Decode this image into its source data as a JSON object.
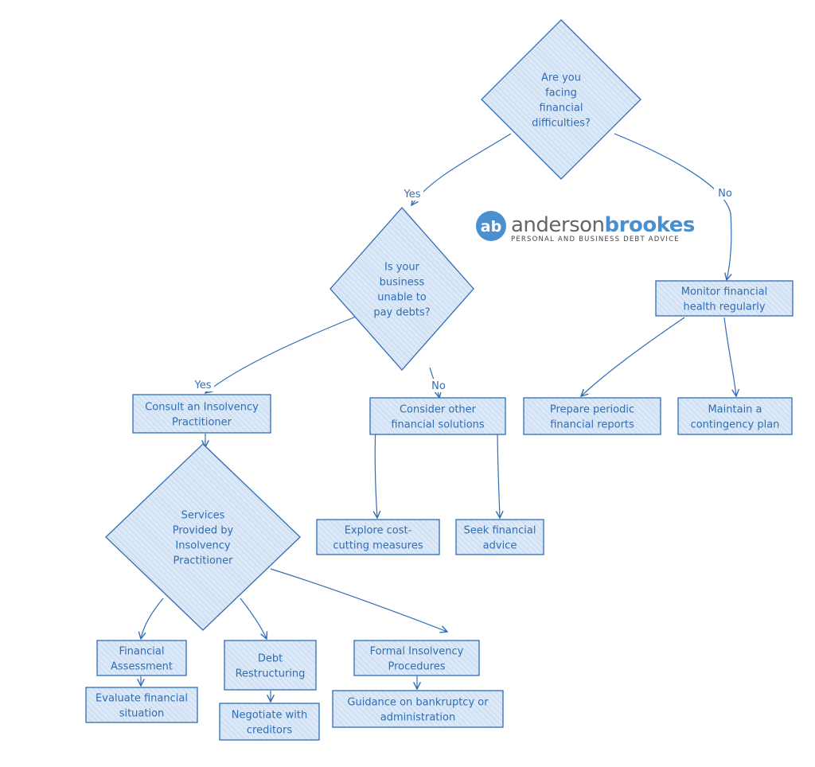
{
  "colors": {
    "stroke": "#2f6db5",
    "fill": "#dbe8f7",
    "text": "#2f6db5",
    "logo_blue": "#4a90d0",
    "logo_dark": "#666666"
  },
  "logo": {
    "mark": "ab",
    "word_light": "anderson",
    "word_bold": "brookes",
    "tagline": "PERSONAL AND BUSINESS DEBT ADVICE"
  },
  "nodes": [
    {
      "id": "q1",
      "shape": "diamond",
      "lines": [
        "Are you",
        "facing",
        "financial",
        "difficulties?"
      ]
    },
    {
      "id": "q2",
      "shape": "diamond",
      "lines": [
        "Is your",
        "business",
        "unable to",
        "pay debts?"
      ]
    },
    {
      "id": "monitor",
      "shape": "box",
      "lines": [
        "Monitor financial",
        "health regularly"
      ]
    },
    {
      "id": "consult",
      "shape": "box",
      "lines": [
        "Consult an Insolvency",
        "Practitioner"
      ]
    },
    {
      "id": "consider",
      "shape": "box",
      "lines": [
        "Consider other",
        "financial solutions"
      ]
    },
    {
      "id": "reports",
      "shape": "box",
      "lines": [
        "Prepare periodic",
        "financial reports"
      ]
    },
    {
      "id": "contingency",
      "shape": "box",
      "lines": [
        "Maintain a",
        "contingency plan"
      ]
    },
    {
      "id": "services",
      "shape": "diamond",
      "lines": [
        "Services",
        "Provided by",
        "Insolvency",
        "Practitioner"
      ]
    },
    {
      "id": "explore",
      "shape": "box",
      "lines": [
        "Explore cost-",
        "cutting measures"
      ]
    },
    {
      "id": "seek",
      "shape": "box",
      "lines": [
        "Seek financial",
        "advice"
      ]
    },
    {
      "id": "assessment",
      "shape": "box",
      "lines": [
        "Financial",
        "Assessment"
      ]
    },
    {
      "id": "restructuring",
      "shape": "box",
      "lines": [
        "Debt",
        "Restructuring"
      ]
    },
    {
      "id": "formal",
      "shape": "box",
      "lines": [
        "Formal Insolvency",
        "Procedures"
      ]
    },
    {
      "id": "evaluate",
      "shape": "box",
      "lines": [
        "Evaluate financial",
        "situation"
      ]
    },
    {
      "id": "negotiate",
      "shape": "box",
      "lines": [
        "Negotiate with",
        "creditors"
      ]
    },
    {
      "id": "guidance",
      "shape": "box",
      "lines": [
        "Guidance on bankruptcy or",
        "administration"
      ]
    }
  ],
  "edges": [
    {
      "from": "q1",
      "to": "q2",
      "label": "Yes"
    },
    {
      "from": "q1",
      "to": "monitor",
      "label": "No"
    },
    {
      "from": "q2",
      "to": "consult",
      "label": "Yes"
    },
    {
      "from": "q2",
      "to": "consider",
      "label": "No"
    },
    {
      "from": "monitor",
      "to": "reports",
      "label": ""
    },
    {
      "from": "monitor",
      "to": "contingency",
      "label": ""
    },
    {
      "from": "consult",
      "to": "services",
      "label": ""
    },
    {
      "from": "consider",
      "to": "explore",
      "label": ""
    },
    {
      "from": "consider",
      "to": "seek",
      "label": ""
    },
    {
      "from": "services",
      "to": "assessment",
      "label": ""
    },
    {
      "from": "services",
      "to": "restructuring",
      "label": ""
    },
    {
      "from": "services",
      "to": "formal",
      "label": ""
    },
    {
      "from": "assessment",
      "to": "evaluate",
      "label": ""
    },
    {
      "from": "restructuring",
      "to": "negotiate",
      "label": ""
    },
    {
      "from": "formal",
      "to": "guidance",
      "label": ""
    }
  ]
}
